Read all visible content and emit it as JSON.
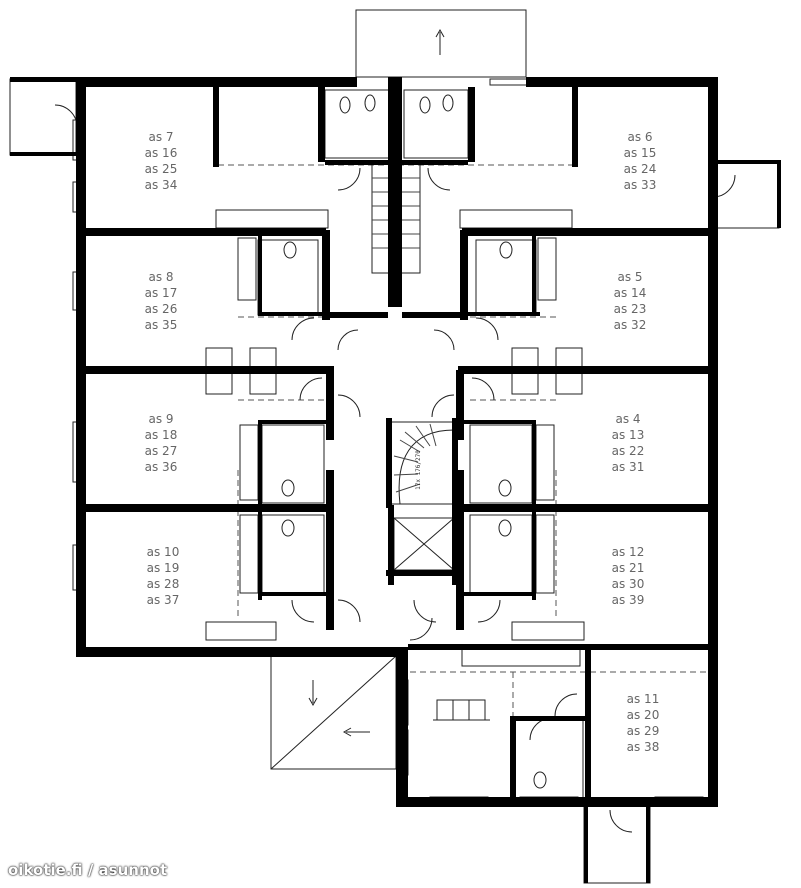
{
  "plan": {
    "units": [
      {
        "id": "u7",
        "lines": [
          "as 7",
          "as 16",
          "as 25",
          "as 34"
        ]
      },
      {
        "id": "u6",
        "lines": [
          "as 6",
          "as 15",
          "as 24",
          "as 33"
        ]
      },
      {
        "id": "u8",
        "lines": [
          "as 8",
          "as 17",
          "as 26",
          "as 35"
        ]
      },
      {
        "id": "u5",
        "lines": [
          "as 5",
          "as 14",
          "as 23",
          "as 32"
        ]
      },
      {
        "id": "u9",
        "lines": [
          "as 9",
          "as 18",
          "as 27",
          "as 36"
        ]
      },
      {
        "id": "u4",
        "lines": [
          "as 4",
          "as 13",
          "as 22",
          "as 31"
        ]
      },
      {
        "id": "u10",
        "lines": [
          "as 10",
          "as 19",
          "as 28",
          "as 37"
        ]
      },
      {
        "id": "u12",
        "lines": [
          "as 12",
          "as 21",
          "as 30",
          "as 39"
        ]
      },
      {
        "id": "u11",
        "lines": [
          "as 11",
          "as 20",
          "as 29",
          "as 38"
        ]
      }
    ],
    "stair_note": "17x 176/270"
  },
  "watermark": "oikotie.fi / asunnot",
  "colors": {
    "wall": "#000000",
    "line": "#222222",
    "label": "#666666",
    "background": "#ffffff"
  }
}
